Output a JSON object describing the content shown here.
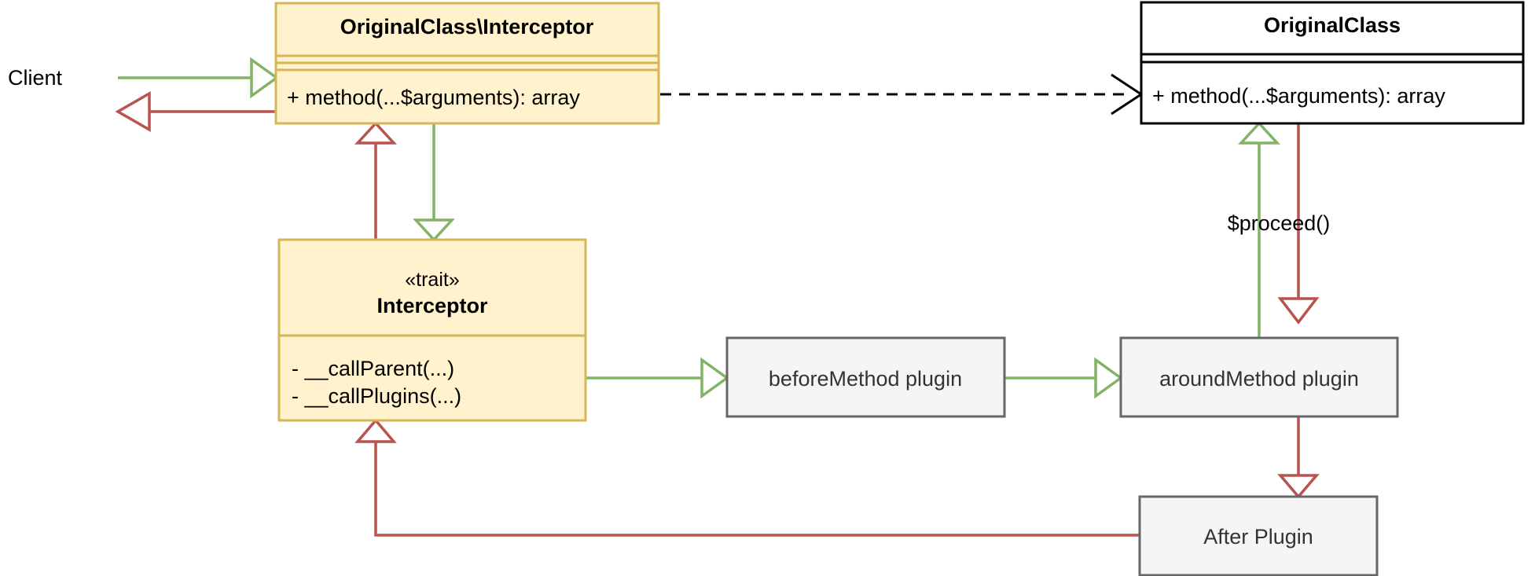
{
  "diagram": {
    "title_text": "Client",
    "nodes": {
      "client": {
        "label": "Client"
      },
      "interceptor_class": {
        "title": "OriginalClass\\Interceptor",
        "method": "+ method(...$arguments): array",
        "fill": "#FFF2CC",
        "stroke": "#D6B656"
      },
      "original_class": {
        "title": "OriginalClass",
        "method": "+ method(...$arguments): array",
        "fill": "#FFFFFF",
        "stroke": "#000000"
      },
      "interceptor_trait": {
        "stereotype": "«trait»",
        "title": "Interceptor",
        "members": [
          "-  __callParent(...)",
          "-  __callPlugins(...)"
        ],
        "fill": "#FFF2CC",
        "stroke": "#D6B656"
      },
      "before_plugin": {
        "label": "beforeMethod plugin",
        "fill": "#F5F5F5",
        "stroke": "#666666"
      },
      "around_plugin": {
        "label": "aroundMethod plugin",
        "fill": "#F5F5F5",
        "stroke": "#666666"
      },
      "after_plugin": {
        "label": "After Plugin",
        "fill": "#F5F5F5",
        "stroke": "#666666"
      }
    },
    "edges": {
      "client_to_interceptor": {
        "color": "#82B366",
        "style": "solid",
        "label": ""
      },
      "interceptor_to_client": {
        "color": "#B85450",
        "style": "solid",
        "label": ""
      },
      "interceptor_to_original": {
        "color": "#000000",
        "style": "dashed",
        "label": ""
      },
      "interceptor_to_trait": {
        "color": "#82B366",
        "style": "solid",
        "label": ""
      },
      "trait_to_interceptor": {
        "color": "#B85450",
        "style": "solid",
        "label": ""
      },
      "trait_to_before": {
        "color": "#82B366",
        "style": "solid",
        "label": ""
      },
      "before_to_around": {
        "color": "#82B366",
        "style": "solid",
        "label": ""
      },
      "around_to_original": {
        "color": "#82B366",
        "style": "solid",
        "label": "$proceed()"
      },
      "original_to_around": {
        "color": "#B85450",
        "style": "solid",
        "label": ""
      },
      "around_to_after": {
        "color": "#B85450",
        "style": "solid",
        "label": ""
      },
      "after_to_trait": {
        "color": "#B85450",
        "style": "solid",
        "label": ""
      }
    },
    "labels": {
      "proceed": "$proceed()"
    }
  }
}
